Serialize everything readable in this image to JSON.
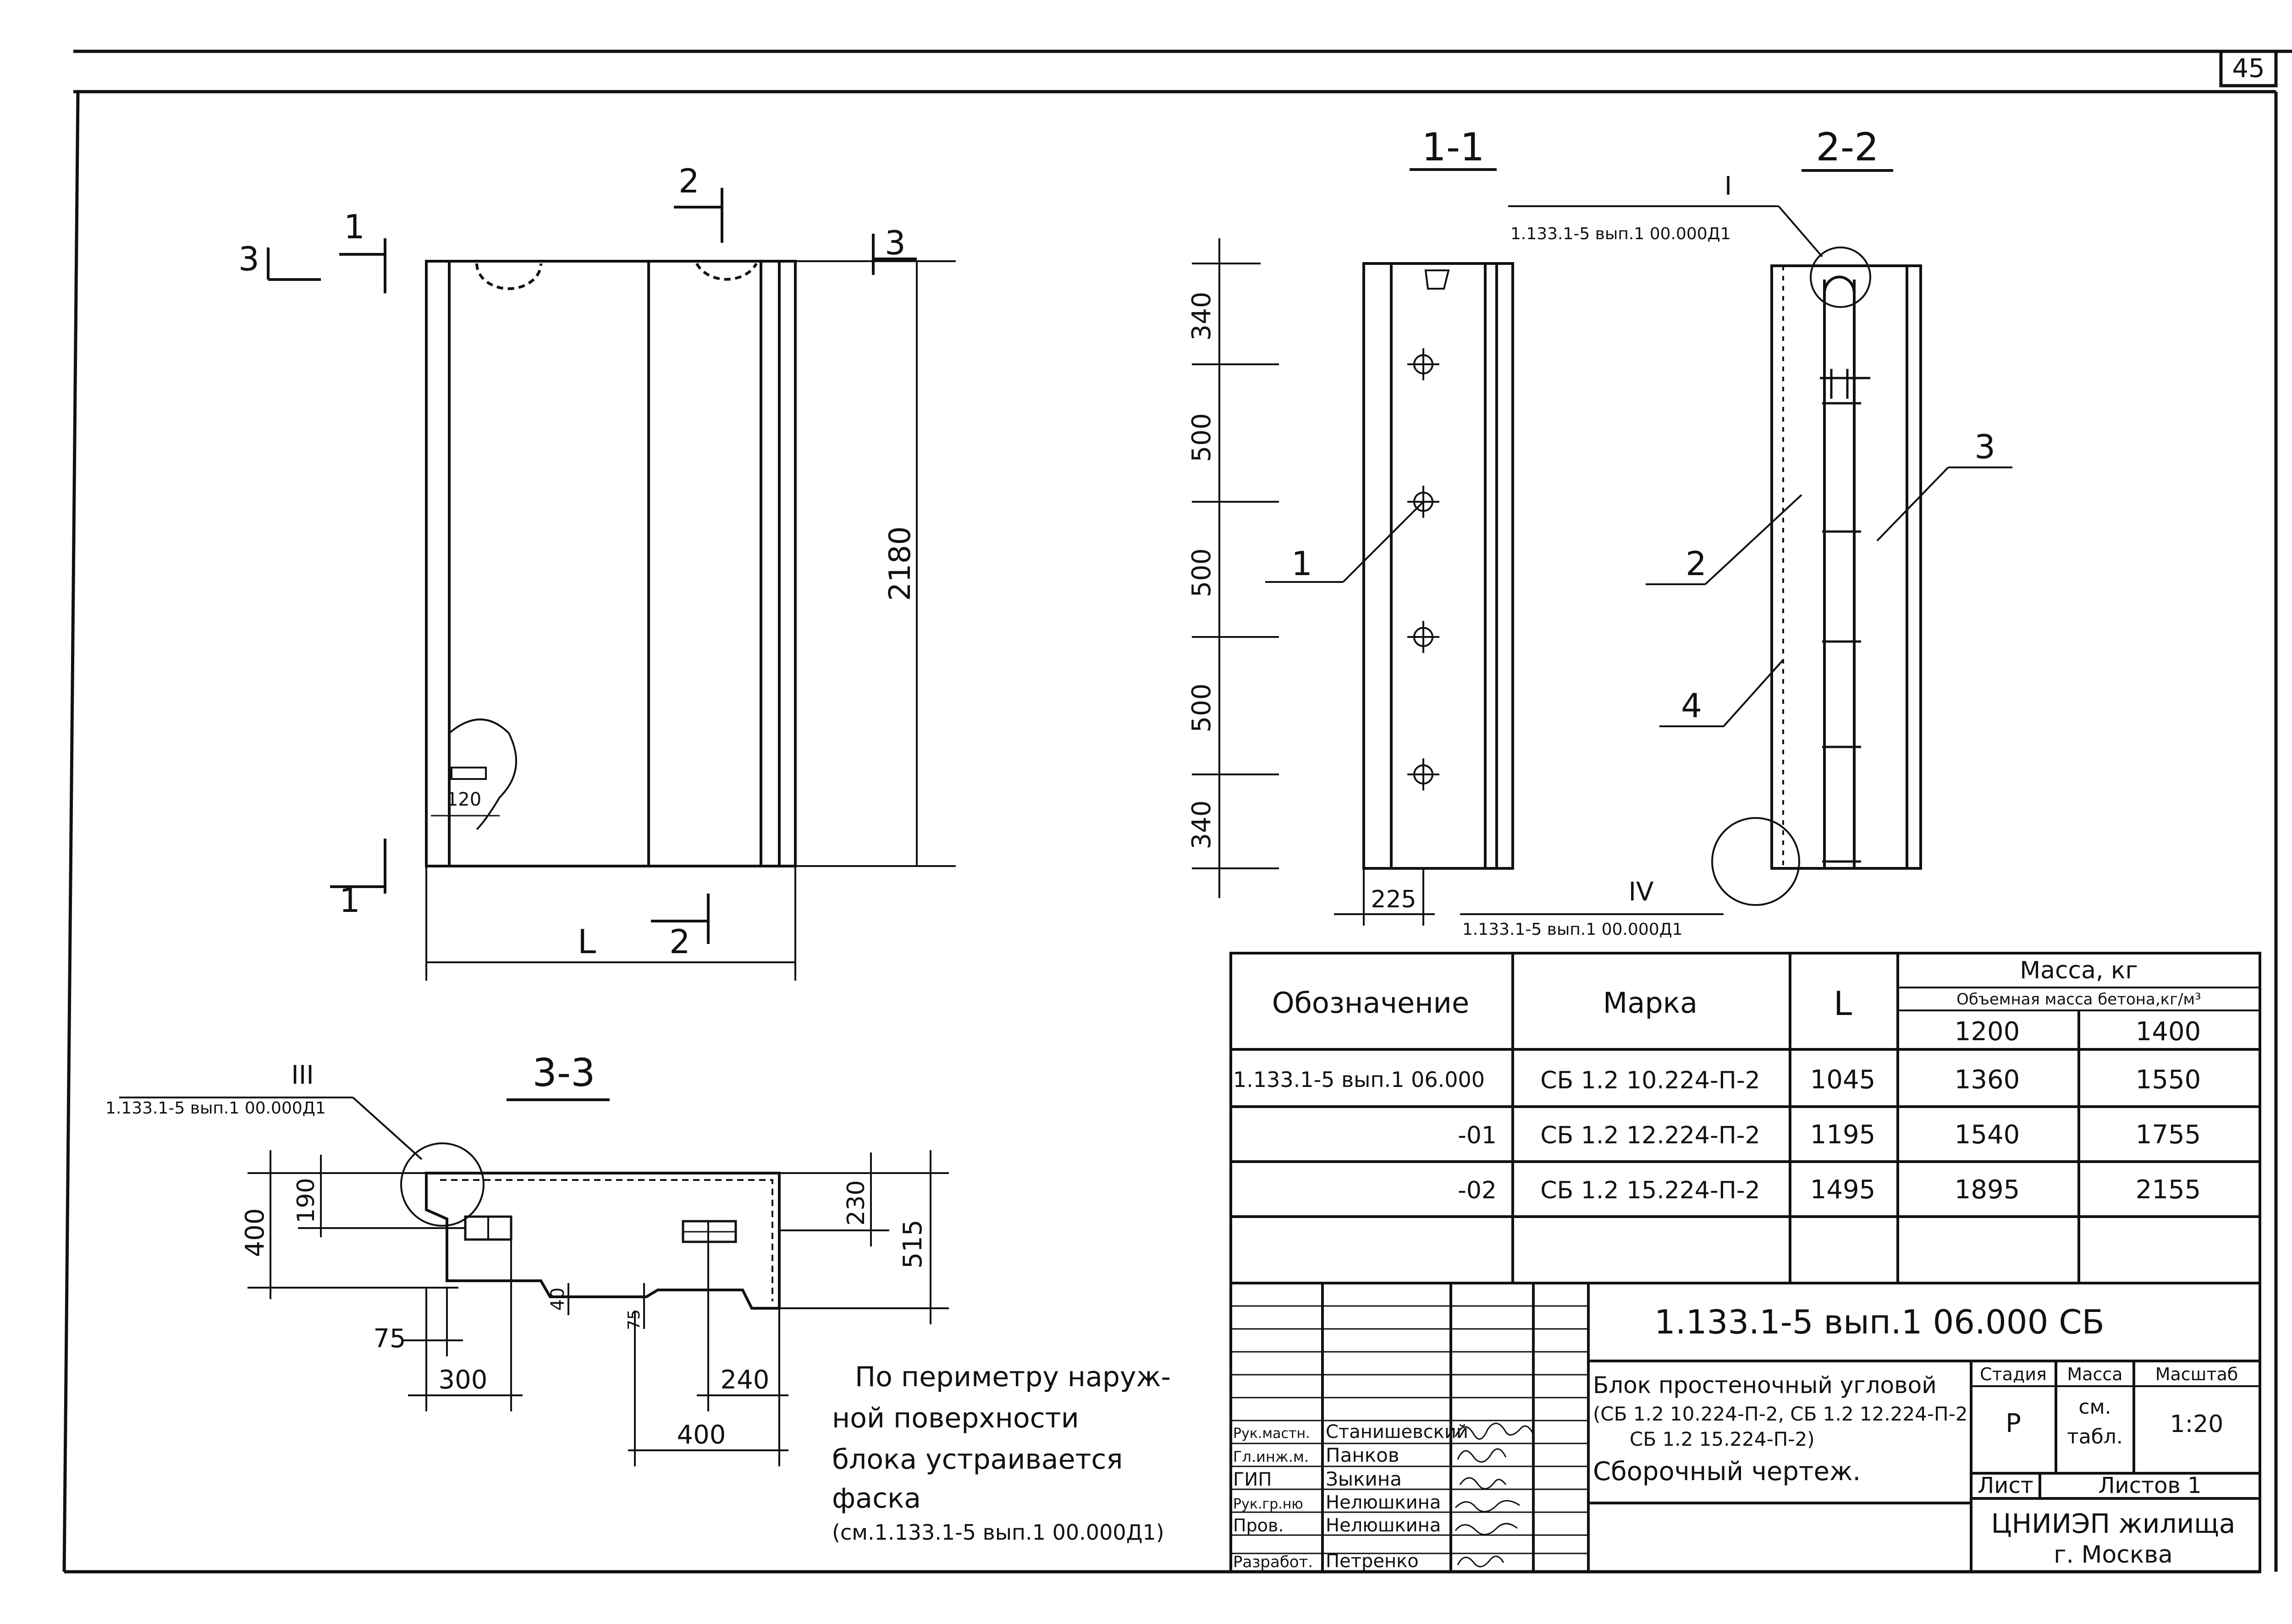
{
  "sheet": {
    "page_number": "45"
  },
  "views": {
    "front": {
      "cut_1": "1",
      "cut_2": "2",
      "cut_3": "3",
      "dim_height": "2180",
      "dim_length": "L",
      "dim_notch": "120"
    },
    "section_1_1": {
      "title": "1-1",
      "dims": [
        "340",
        "500",
        "500",
        "500",
        "340"
      ],
      "dim_bottom": "225",
      "callout_1": "1"
    },
    "section_2_2": {
      "title": "2-2",
      "node_I_label": "I",
      "node_I_ref": "1.133.1-5 вып.1 00.000Д1",
      "node_IV_label": "IV",
      "node_IV_ref": "1.133.1-5 вып.1 00.000Д1",
      "callout_2": "2",
      "callout_3": "3",
      "callout_4": "4"
    },
    "section_3_3": {
      "title": "3-3",
      "node_III_label": "III",
      "node_III_ref": "1.133.1-5 вып.1 00.000Д1",
      "dim_400_left": "400",
      "dim_190": "190",
      "dim_230": "230",
      "dim_515": "515",
      "dim_40": "40",
      "dim_75_bottom": "75",
      "dim_75_left": "75",
      "dim_300": "300",
      "dim_240": "240",
      "dim_400_bottom": "400"
    }
  },
  "note": {
    "lines": [
      "По периметру наруж-",
      "ной поверхности",
      "блока устраивается",
      "фаска",
      "(см.1.133.1-5 вып.1 00.000Д1)"
    ]
  },
  "spec_table": {
    "header": {
      "designation": "Обозначение",
      "mark": "Марка",
      "length": "L",
      "mass": "Масса, кг",
      "mass_sub": "Объемная масса бетона,кг/м³",
      "density_1": "1200",
      "density_2": "1400"
    },
    "rows": [
      {
        "designation": "1.133.1-5 вып.1 06.000",
        "mark": "СБ 1.2 10.224-П-2",
        "length": "1045",
        "mass_1": "1360",
        "mass_2": "1550"
      },
      {
        "designation": "-01",
        "mark": "СБ 1.2 12.224-П-2",
        "length": "1195",
        "mass_1": "1540",
        "mass_2": "1755"
      },
      {
        "designation": "-02",
        "mark": "СБ 1.2 15.224-П-2",
        "length": "1495",
        "mass_1": "1895",
        "mass_2": "2155"
      }
    ]
  },
  "title_block": {
    "code": "1.133.1-5 вып.1 06.000 СБ",
    "name_lines": [
      "Блок простеночный угловой",
      "(СБ 1.2 10.224-П-2, СБ 1.2 12.224-П-2",
      "СБ 1.2 15.224-П-2)",
      "Сборочный чертеж."
    ],
    "stage_label": "Стадия",
    "mass_label": "Масса",
    "scale_label": "Масштаб",
    "stage_value": "Р",
    "mass_value_1": "см.",
    "mass_value_2": "табл.",
    "scale_value": "1:20",
    "sheet_label": "Лист",
    "sheets_label": "Листов 1",
    "org_line_1": "ЦНИИЭП жилища",
    "org_line_2": "г. Москва",
    "people": [
      {
        "role": "Рук.мастн.",
        "name": "Станишевский"
      },
      {
        "role": "Гл.инж.м.",
        "name": "Панков"
      },
      {
        "role": "ГИП",
        "name": "Зыкина"
      },
      {
        "role": "Рук.гр.ню",
        "name": "Нелюшкина"
      },
      {
        "role": "Пров.",
        "name": "Нелюшкина"
      },
      {
        "role": "Разработ.",
        "name": "Петренко"
      }
    ]
  }
}
